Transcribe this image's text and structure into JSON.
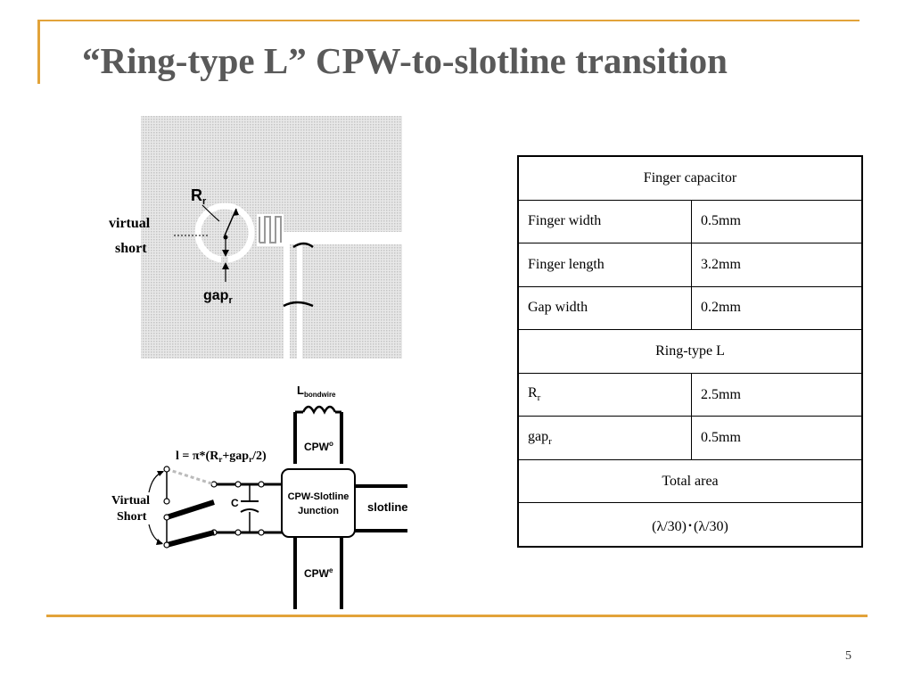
{
  "slide": {
    "title": "“Ring-type L” CPW-to-slotline transition",
    "page_number": "5"
  },
  "figure_top": {
    "label_virtual": "virtual",
    "label_short": "short",
    "label_R": "R",
    "label_R_sub": "r",
    "label_gap": "gap",
    "label_gap_sub": "r"
  },
  "figure_bottom": {
    "label_L": "L",
    "label_L_sub": "bondwire",
    "label_cpw_o": "CPW",
    "label_cpw_o_sup": "o",
    "label_cpw_e": "CPW",
    "label_cpw_e_sup": "e",
    "formula_prefix": "l = π*(R",
    "formula_r_sub": "r",
    "formula_mid": "+gap",
    "formula_g_sub": "r",
    "formula_suffix": "/2)",
    "label_virtual": "Virtual",
    "label_short": "Short",
    "label_c": "C",
    "label_junction_1": "CPW-Slotline",
    "label_junction_2": "Junction",
    "label_slotline": "slotline"
  },
  "table": {
    "finger_capacitor_header": "Finger capacitor",
    "finger_width_label": "Finger width",
    "finger_width_value": "0.5mm",
    "finger_length_label": "Finger length",
    "finger_length_value": "3.2mm",
    "gap_width_label": "Gap width",
    "gap_width_value": "0.2mm",
    "ring_type_header": "Ring-type L",
    "rr_label": "R",
    "rr_label_sub": "r",
    "rr_value": "2.5mm",
    "gapr_label": "gap",
    "gapr_label_sub": "r",
    "gapr_value": "0.5mm",
    "total_area_header": "Total area",
    "total_area_value": "(λ/30)･(λ/30)"
  }
}
